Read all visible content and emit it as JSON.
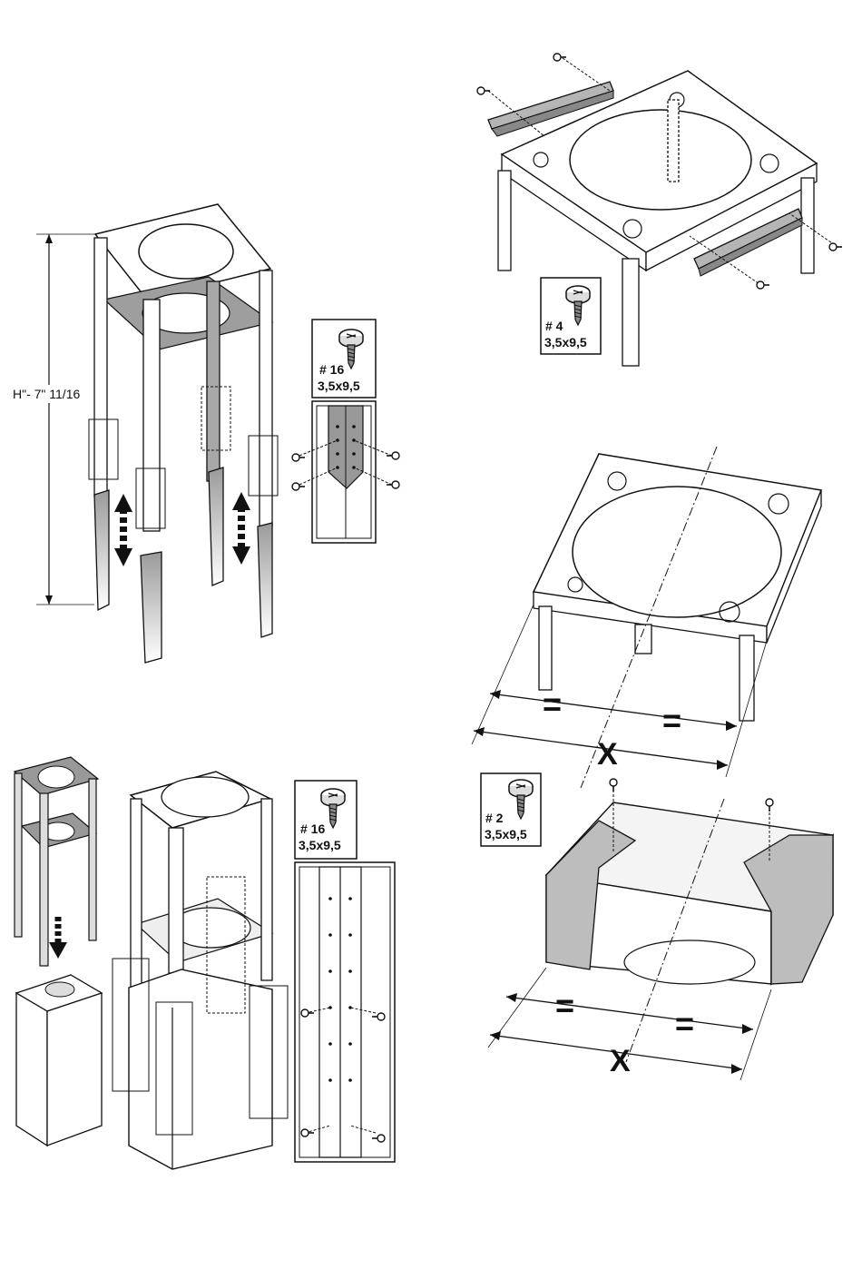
{
  "height_label": "H\"- 7\" 11/16",
  "screws": {
    "top_left": {
      "count": "# 16",
      "size": "3,5x9,5"
    },
    "top_right": {
      "count": "# 4",
      "size": "3,5x9,5"
    },
    "bottom_left": {
      "count": "# 16",
      "size": "3,5x9,5"
    },
    "bottom_right": {
      "count": "# 2",
      "size": "3,5x9,5"
    }
  },
  "dimensions": {
    "equal_sign": "=",
    "x_label": "X"
  },
  "colors": {
    "line": "#111111",
    "gray_fill": "#bdbdbd",
    "light_fill": "#f2f2f2"
  }
}
